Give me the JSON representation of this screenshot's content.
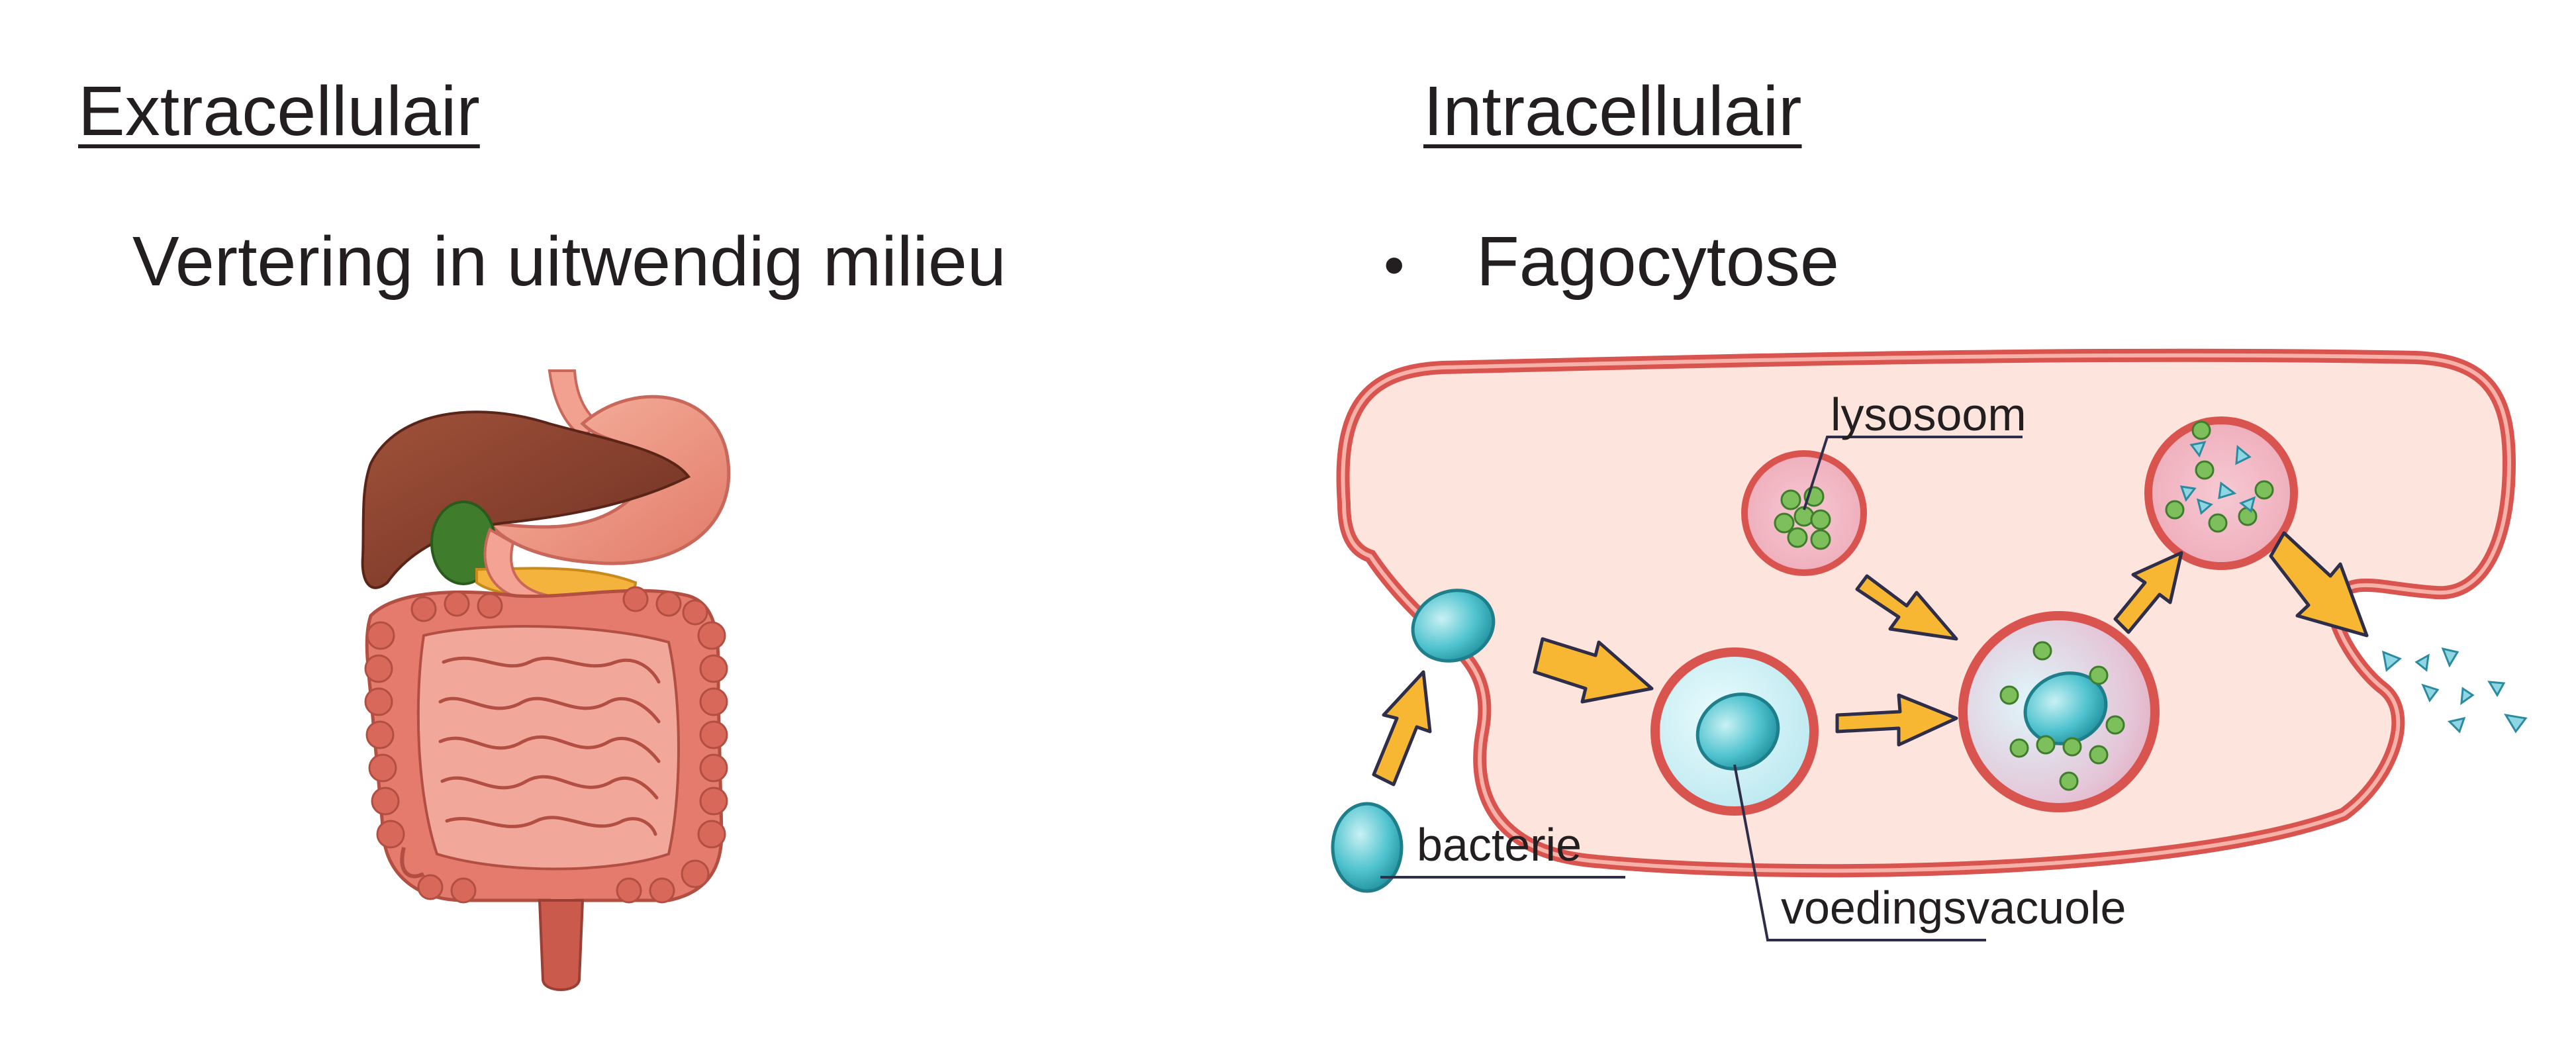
{
  "left": {
    "heading": "Extracellulair",
    "subtitle": "Vertering in uitwendig milieu"
  },
  "right": {
    "heading": "Intracellulair",
    "bullet_text": "Fagocytose"
  },
  "labels": {
    "lysosome": "lysosoom",
    "bacterium": "bacterie",
    "food_vacuole": "voedingsvacuole"
  },
  "icons": {
    "digestive_system": "digestive-system-illustration",
    "cell": "phagocytosis-cell-illustration"
  },
  "colors": {
    "cell_fill": "#fde4dd",
    "cell_membrane": "#d9534f",
    "bacterium": "#3bbac6",
    "arrow": "#f7b733",
    "enzyme": "#7dbf5a"
  }
}
